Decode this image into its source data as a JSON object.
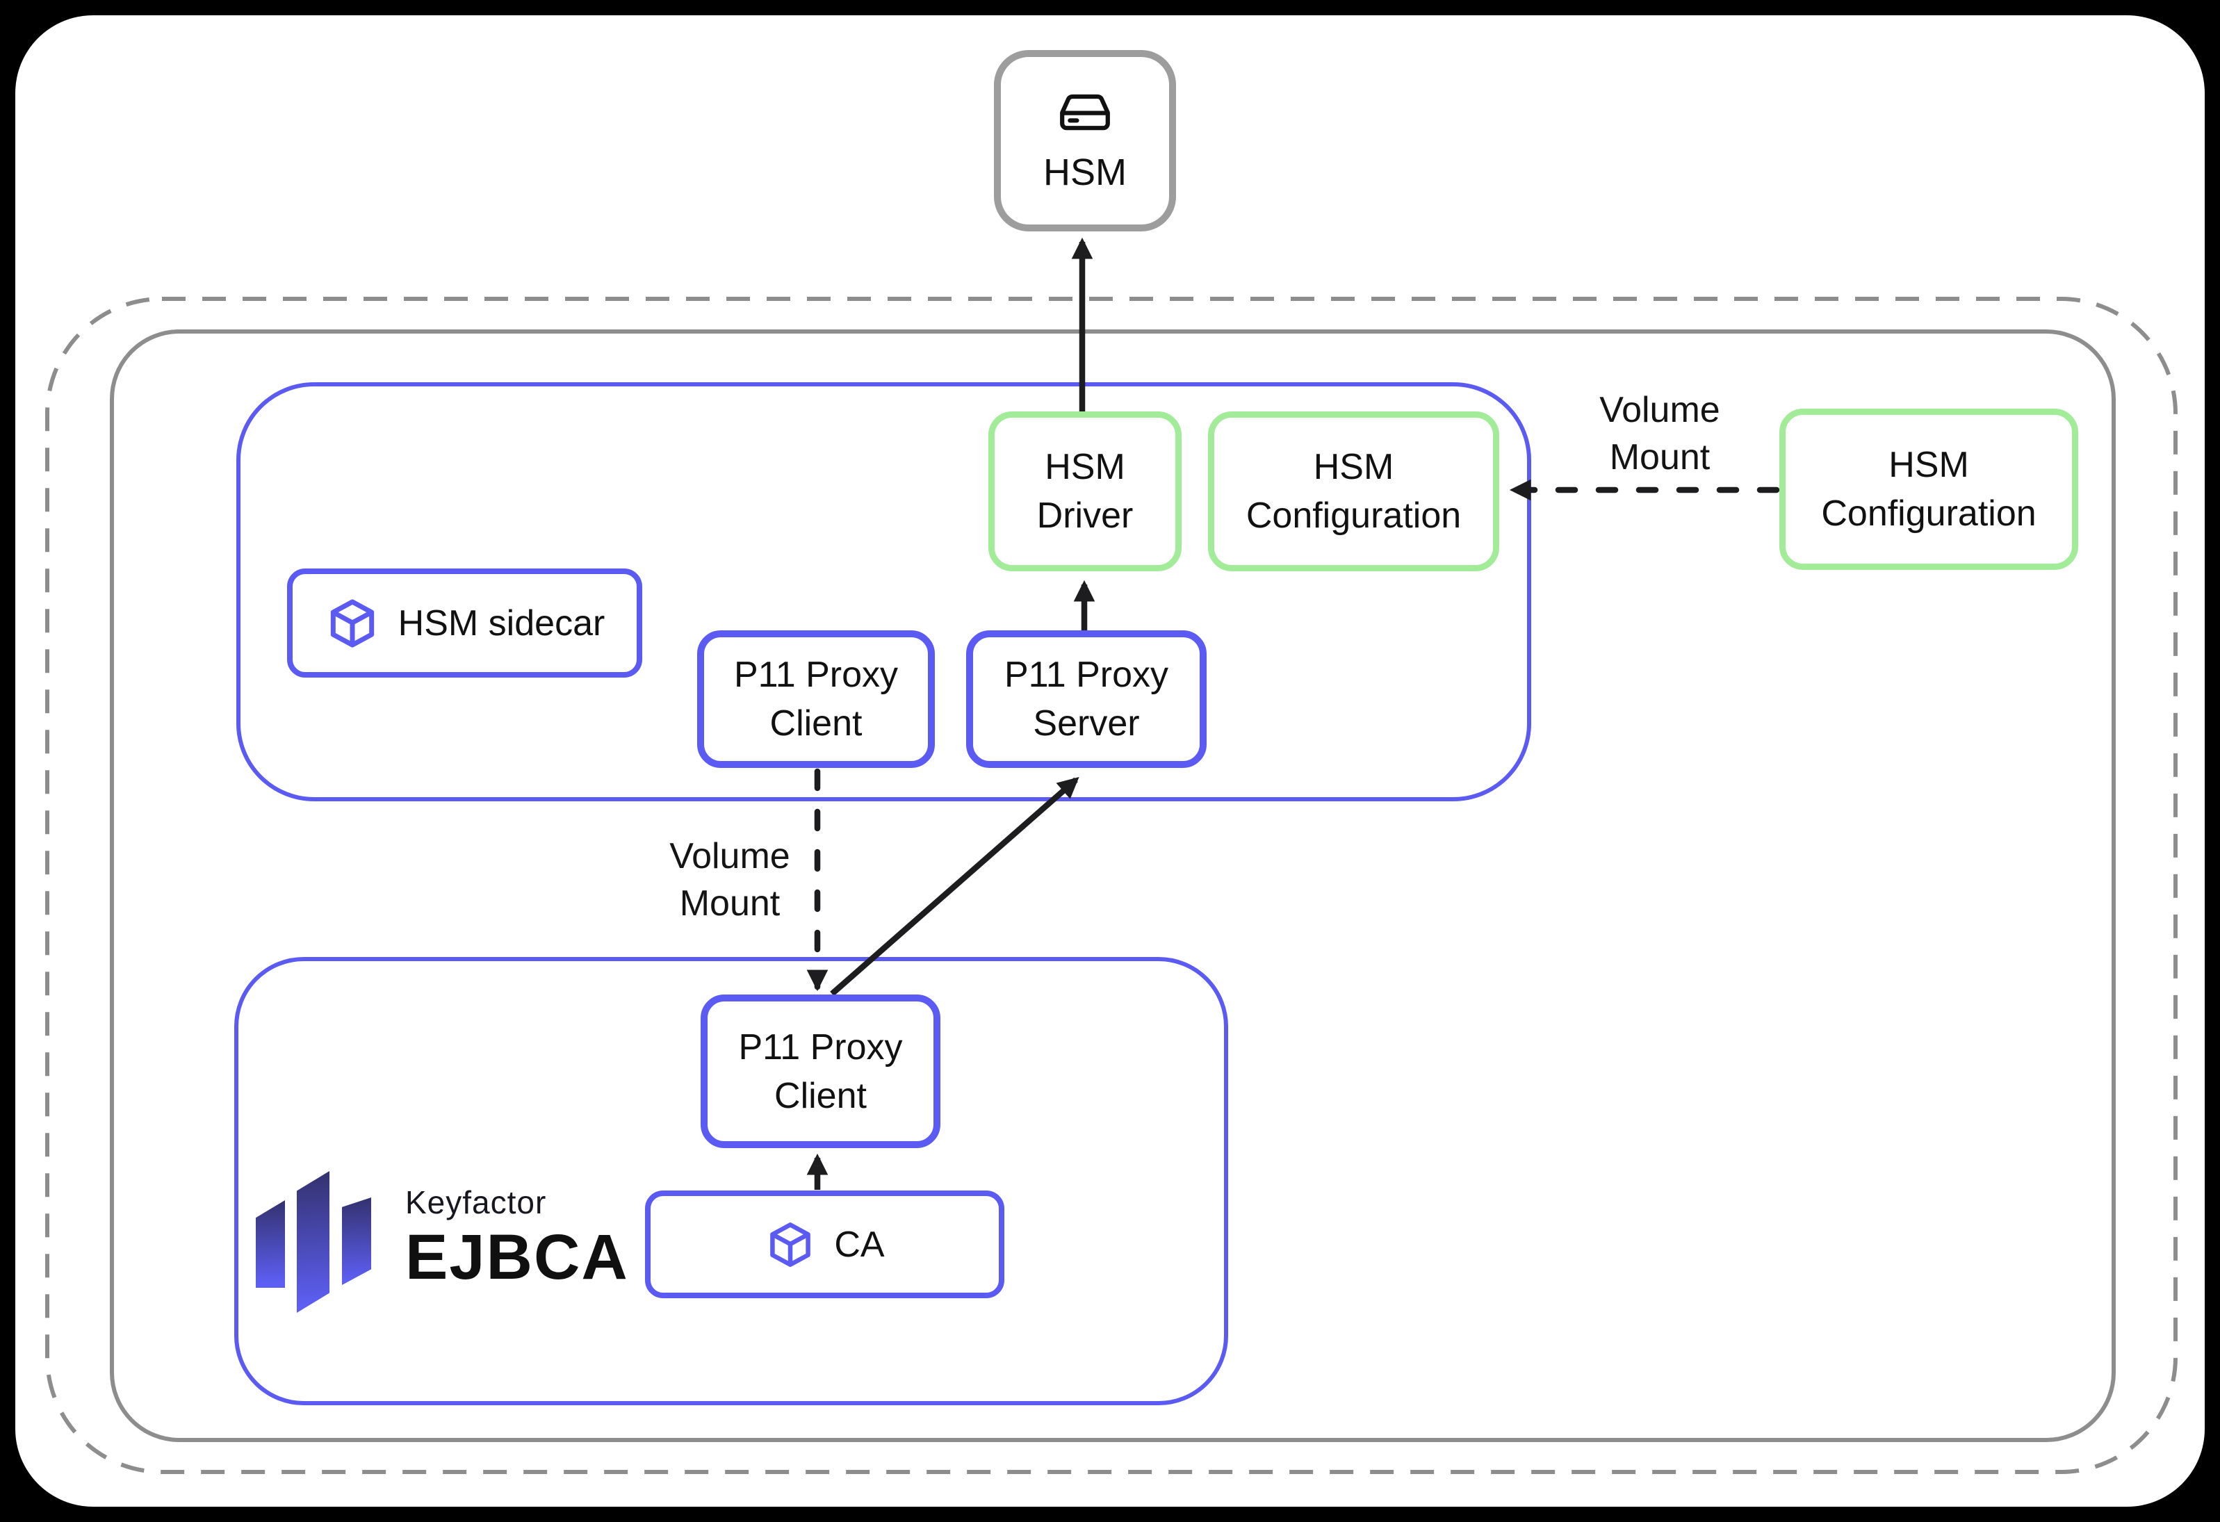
{
  "nodes": {
    "hsm": {
      "label": "HSM",
      "icon": "external-drive-icon"
    }
  },
  "pods": {
    "sidecar": {
      "badge_label": "HSM sidecar",
      "badge_icon": "cube-icon",
      "boxes": {
        "p11_client": {
          "line1": "P11 Proxy",
          "line2": "Client"
        },
        "p11_server": {
          "line1": "P11 Proxy",
          "line2": "Server"
        },
        "hsm_driver": {
          "line1": "HSM",
          "line2": "Driver"
        },
        "hsm_config": {
          "line1": "HSM",
          "line2": "Configuration"
        }
      }
    },
    "ejbca": {
      "boxes": {
        "p11_client": {
          "line1": "P11 Proxy",
          "line2": "Client"
        },
        "ca": {
          "label": "CA",
          "icon": "cube-icon"
        }
      },
      "logo": {
        "brand": "Keyfactor",
        "product": "EJBCA"
      }
    }
  },
  "external": {
    "hsm_config": {
      "line1": "HSM",
      "line2": "Configuration"
    }
  },
  "edges": {
    "volume_mount_client": {
      "line1": "Volume",
      "line2": "Mount"
    },
    "volume_mount_config": {
      "line1": "Volume",
      "line2": "Mount"
    }
  },
  "colors": {
    "accent_blue": "#5b5bf3",
    "accent_green": "#a2ec99",
    "boundary_gray": "#8d8d8d",
    "hsm_gray": "#9d9d9d",
    "arrow_black": "#1d1d1f",
    "logo_gradient_top": "#33316d",
    "logo_gradient_bottom": "#5d5ff4"
  }
}
